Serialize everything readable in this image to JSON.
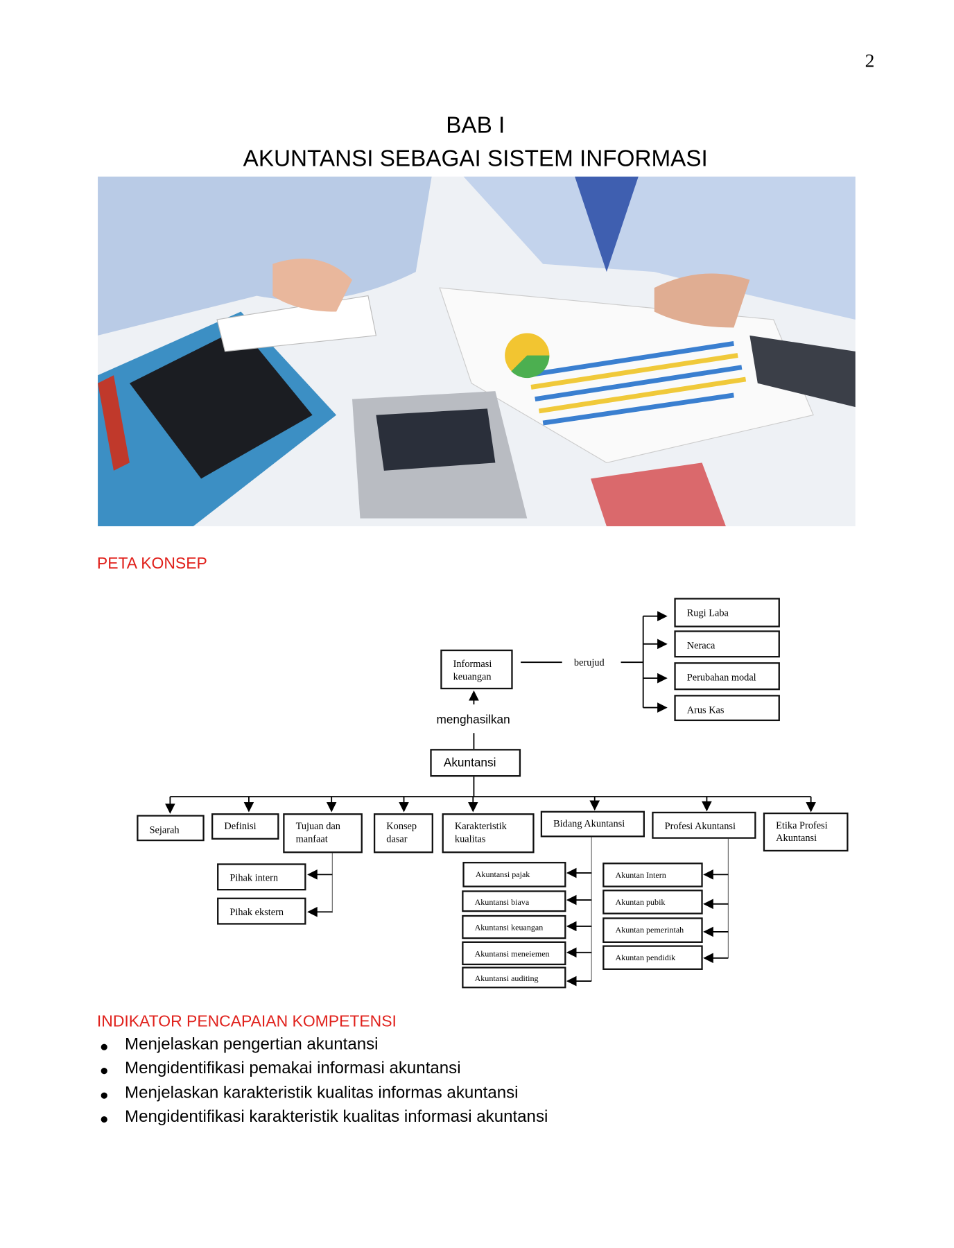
{
  "page_number": "2",
  "chapter": "BAB I",
  "chapter_title": "AKUNTANSI SEBAGAI SISTEM INFORMASI",
  "image": {
    "icon": "accounting-photo"
  },
  "concept_map": {
    "heading": "PETA  KONSEP",
    "info": "Informasi keuangan",
    "berujud": "berujud",
    "menghasilkan": "menghasilkan",
    "akuntansi": "Akuntansi",
    "reports": [
      "Rugi Laba",
      "Neraca",
      "Perubahan modal",
      "Arus Kas"
    ],
    "topics": [
      "Sejarah",
      "Definisi",
      "Tujuan dan manfaat",
      "Konsep dasar",
      "Karakteristik kualitas",
      "Bidang Akuntansi",
      "Profesi Akuntansi",
      "Etika Profesi Akuntansi"
    ],
    "tujuan_children": [
      "Pihak intern",
      "Pihak ekstern"
    ],
    "bidang_children": [
      "Akuntansi pajak",
      "Akuntansi biava",
      "Akuntansi keuangan",
      "Akuntansi meneiemen",
      "Akuntansi auditing"
    ],
    "profesi_children": [
      "Akuntan Intern",
      "Akuntan pubik",
      "Akuntan pemerintah",
      "Akuntan pendidik"
    ]
  },
  "indicators": {
    "heading": "INDIKATOR PENCAPAIAN KOMPETENSI",
    "items": [
      "Menjelaskan pengertian akuntansi",
      "Mengidentifikasi pemakai informasi akuntansi",
      "Menjelaskan karakteristik kualitas informas akuntansi",
      "Mengidentifikasi karakteristik kualitas informasi akuntansi"
    ]
  }
}
